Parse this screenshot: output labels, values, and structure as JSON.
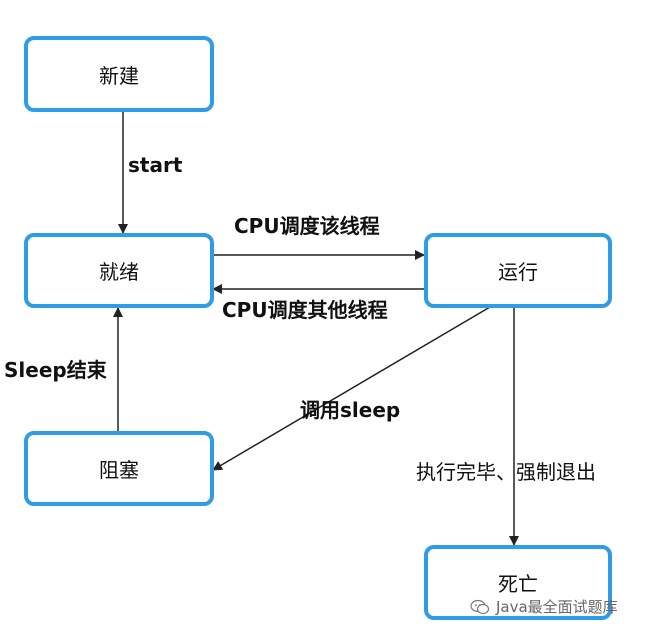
{
  "states": {
    "new": "新建",
    "ready": "就绪",
    "running": "运行",
    "blocked": "阻塞",
    "dead": "死亡"
  },
  "transitions": {
    "start": "start",
    "schedule_this": "CPU调度该线程",
    "schedule_other": "CPU调度其他线程",
    "call_sleep": "调用sleep",
    "sleep_end": "Sleep结束",
    "finish": "执行完毕、强制退出"
  },
  "watermark": {
    "text": "Java最全面试题库",
    "icon": "wechat-icon"
  },
  "colors": {
    "box_border": "#2f9de6",
    "arrow": "#222222",
    "text": "#111111"
  }
}
